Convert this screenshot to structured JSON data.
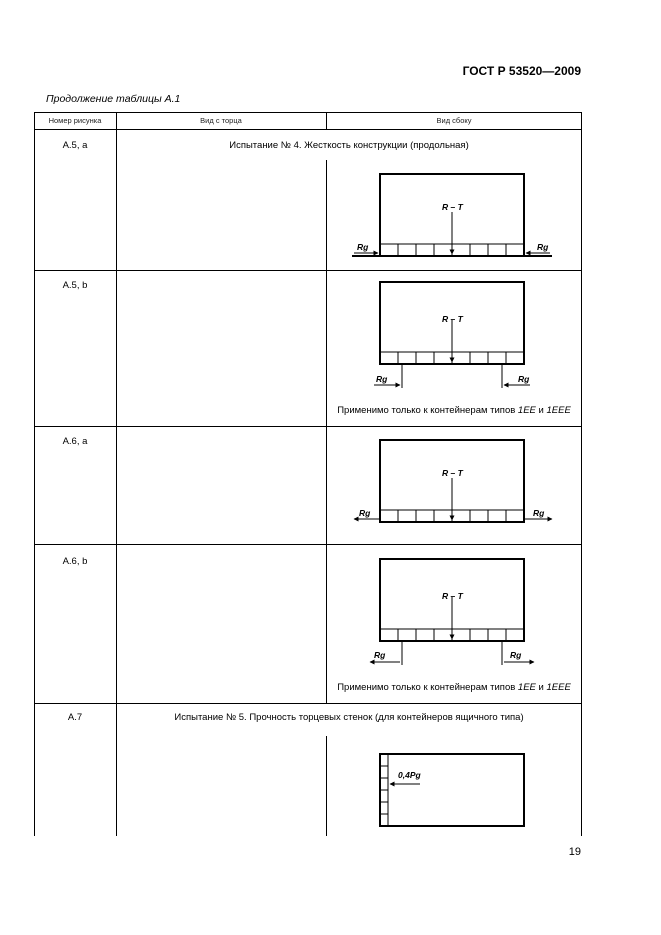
{
  "header": {
    "doc_code": "ГОСТ Р 53520—2009"
  },
  "caption": "Продолжение таблицы А.1",
  "columns": [
    "Номер рисунка",
    "Вид с торца",
    "Вид сбоку"
  ],
  "rows": [
    {
      "id": "А.5, а",
      "span_text": "Испытание № 4. Жесткость конструкции (продольная)",
      "note": null,
      "figure": {
        "center_label": "R – T",
        "side_label": "Rg"
      }
    },
    {
      "id": "А.5, b",
      "span_text": null,
      "note": {
        "prefix": "Применимо только к контейнерам типов ",
        "type1": "1ЕЕ",
        "joiner": " и ",
        "type2": "1ЕЕЕ"
      },
      "figure": {
        "center_label": "R – T",
        "side_label": "Rg"
      }
    },
    {
      "id": "А.6, а",
      "span_text": null,
      "note": null,
      "figure": {
        "center_label": "R – T",
        "side_label": "Rg"
      }
    },
    {
      "id": "А.6, b",
      "span_text": null,
      "note": {
        "prefix": "Применимо только к контейнерам типов ",
        "type1": "1ЕЕ",
        "joiner": " и ",
        "type2": "1ЕЕЕ"
      },
      "figure": {
        "center_label": "R – T",
        "side_label": "Rg"
      }
    },
    {
      "id": "А.7",
      "span_text": "Испытание № 5. Прочность торцевых стенок (для контейнеров ящичного типа)",
      "note": null,
      "figure": {
        "force_label": "0,4Pg"
      }
    }
  ],
  "page_number": "19"
}
